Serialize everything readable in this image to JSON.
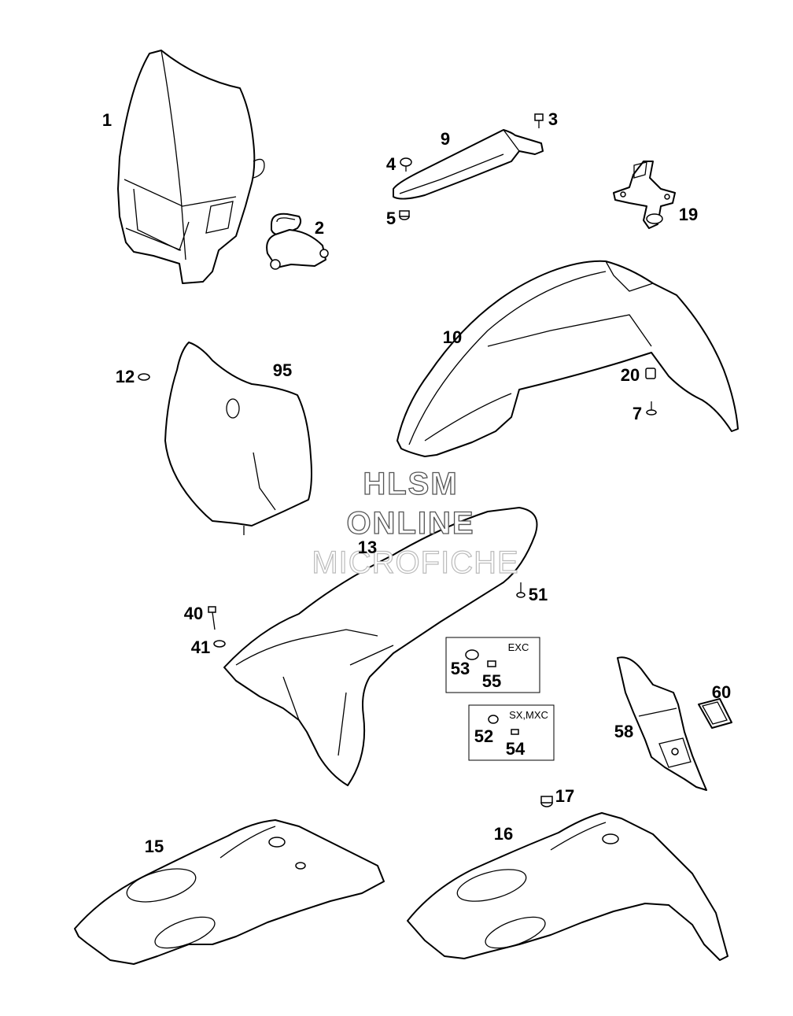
{
  "diagram": {
    "watermark": {
      "line1": "HLSM",
      "line2": "ONLINE",
      "line3": "MICROFICHE"
    },
    "callouts": {
      "p1": "1",
      "p2": "2",
      "p3": "3",
      "p4": "4",
      "p5": "5",
      "p9": "9",
      "p19": "19",
      "p10": "10",
      "p12": "12",
      "p95": "95",
      "p20": "20",
      "p7": "7",
      "p13": "13",
      "p40": "40",
      "p41": "41",
      "p51": "51",
      "p53": "53",
      "p55": "55",
      "p52": "52",
      "p54": "54",
      "p58": "58",
      "p60": "60",
      "p17": "17",
      "p15": "15",
      "p16": "16"
    },
    "boxes": {
      "exc_label": "EXC",
      "sxmxc_label": "SX,MXC"
    }
  }
}
